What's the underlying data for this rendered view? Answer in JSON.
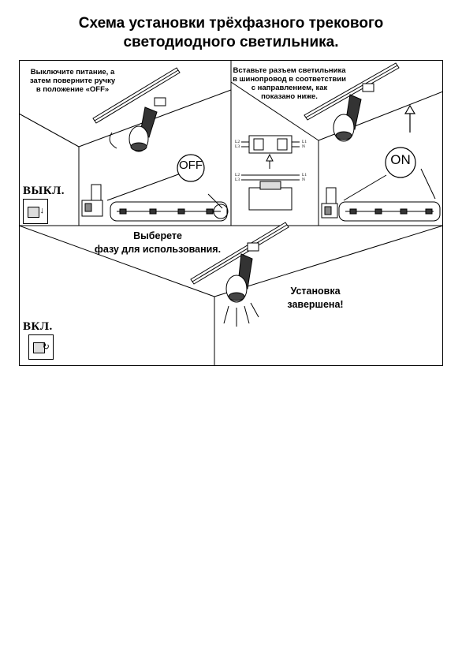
{
  "document": {
    "title_line1": "Схема установки трёхфазного трекового",
    "title_line2": "светодиодного светильника."
  },
  "step1": {
    "instruction_line1": "Выключите питание, а",
    "instruction_line2": "затем поверните ручку",
    "instruction_line3": "в положение «OFF»",
    "switch_label": "ВЫКЛ.",
    "badge": "OFF"
  },
  "step2": {
    "instruction_line1": "Вставьте разъем светильника",
    "instruction_line2": "в шинопровод в соответствии",
    "instruction_line3": "с направлением, как",
    "instruction_line4": "показано ниже.",
    "wire_top_left": [
      "L2",
      "L3"
    ],
    "wire_top_right": [
      "L1",
      "N"
    ],
    "wire_bottom_left": [
      "L2",
      "L3"
    ],
    "wire_bottom_right": [
      "L1",
      "N"
    ],
    "badge": "ON"
  },
  "step3": {
    "instruction_line1": "Выберете",
    "instruction_line2": "фазу для использования.",
    "switch_label": "ВКЛ.",
    "done_line1": "Установка",
    "done_line2": "завершена!"
  }
}
